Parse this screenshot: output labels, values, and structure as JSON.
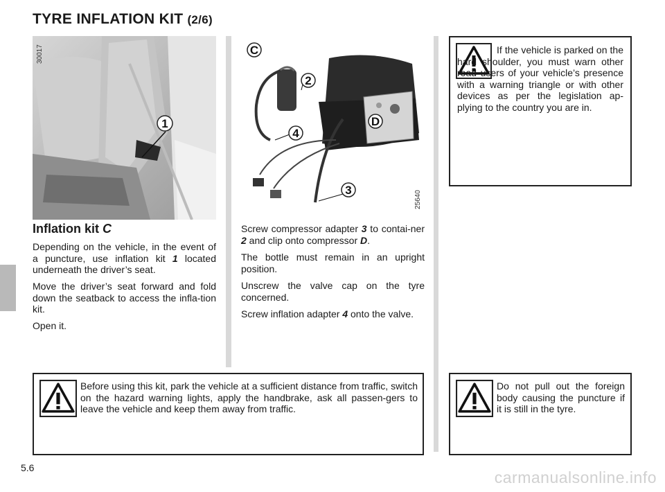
{
  "header": {
    "title": "TYRE INFLATION KIT",
    "title_sub": "(2/6)"
  },
  "figure_left": {
    "code": "30017",
    "callout": "1"
  },
  "figure_center": {
    "code": "25640",
    "callouts": {
      "c": "C",
      "two": "2",
      "four": "4",
      "d": "D",
      "three": "3"
    }
  },
  "left_column": {
    "heading": "Inflation kit ",
    "heading_ref": "C",
    "p1_a": "Depending on the vehicle, in the event of a puncture, use inflation kit ",
    "p1_ref": "1",
    "p1_b": " located underneath the driver’s seat.",
    "p2": "Move the driver’s seat forward and fold down the seatback to access the infla-tion kit.",
    "p3": "Open it."
  },
  "center_column": {
    "p1_a": "Screw compressor adapter ",
    "p1_ref1": "3",
    "p1_b": " to contai-ner ",
    "p1_ref2": "2",
    "p1_c": " and clip onto compressor ",
    "p1_ref3": "D",
    "p1_d": ".",
    "p2": "The bottle must remain in an upright position.",
    "p3": "Unscrew the valve cap on the tyre concerned.",
    "p4_a": "Screw inflation adapter ",
    "p4_ref": "4",
    "p4_b": " onto the valve."
  },
  "warnings": {
    "top_right": "If the vehicle is parked on the hard shoulder, you must warn other road users of your vehicle’s presence with a warning triangle or with other devices as per the legislation ap-plying to the country you are in.",
    "bottom_left": "Before using this kit, park the vehicle at a sufficient distance from traffic, switch on the hazard warning lights, apply the handbrake, ask all passen-gers to leave the vehicle and keep them away from traffic.",
    "bottom_right": "Do not pull out the foreign body causing the puncture if it is still in the tyre."
  },
  "footer": {
    "page": "5.6",
    "watermark": "carmanualsonline.info"
  }
}
